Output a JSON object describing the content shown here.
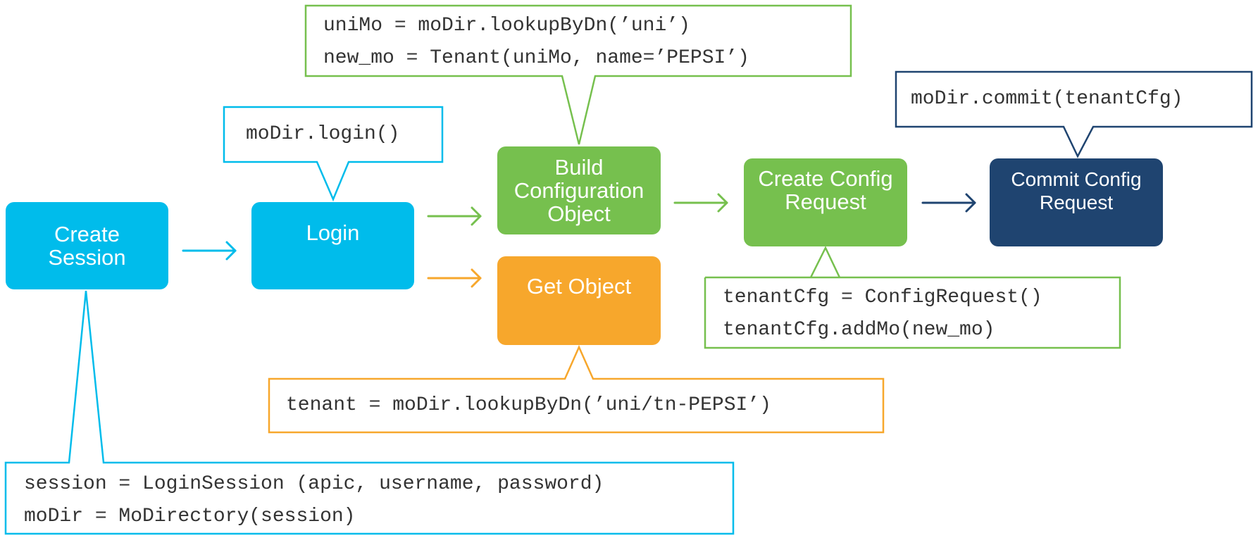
{
  "colors": {
    "cyan": "#00bceb",
    "green": "#76c04e",
    "orange": "#f7a72c",
    "navy": "#1f4470",
    "text": "#333333"
  },
  "steps": {
    "create_session": "Create\nSession",
    "login": "Login",
    "build_config": "Build\nConfiguration\nObject",
    "get_object": "Get Object",
    "create_config_request": "Create Config\nRequest",
    "commit_config_request": "Commit Config\nRequest"
  },
  "code": {
    "login": "moDir.login()",
    "build_line1": "uniMo = moDir.lookupByDn(’uni’)",
    "build_line2": "new_mo = Tenant(uniMo, name=’PEPSI’)",
    "commit": "moDir.commit(tenantCfg)",
    "config_line1": "tenantCfg = ConfigRequest()",
    "config_line2": "tenantCfg.addMo(new_mo)",
    "get_object": "tenant = moDir.lookupByDn(’uni/tn-PEPSI’)",
    "session_line1": "session = LoginSession (apic, username, password)",
    "session_line2": "moDir = MoDirectory(session)"
  }
}
